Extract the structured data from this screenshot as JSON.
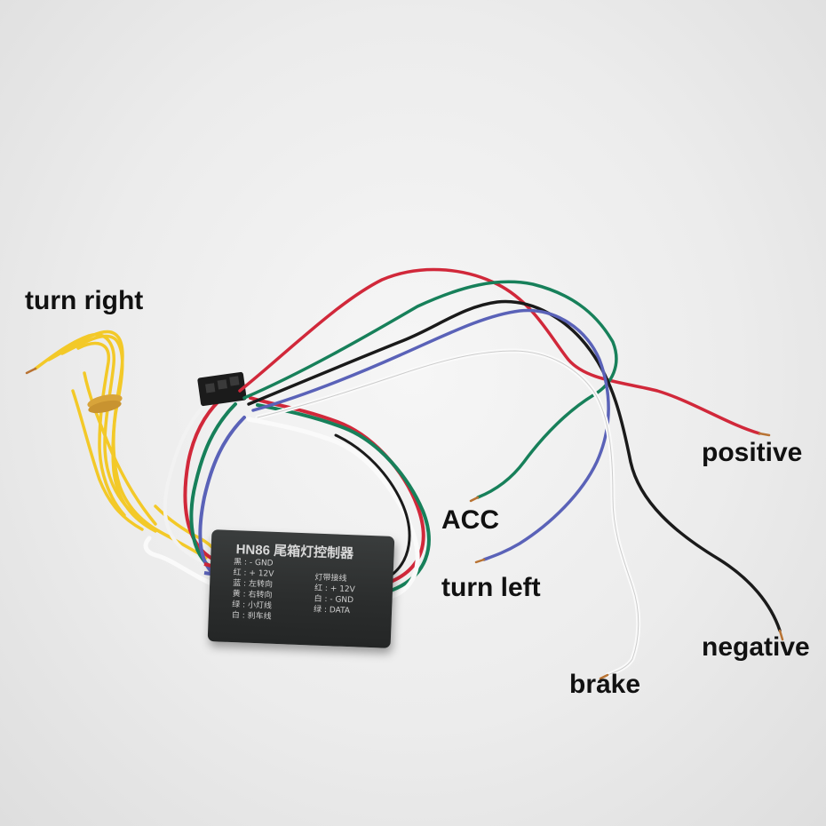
{
  "labels": {
    "turn_right": "turn right",
    "positive": "positive",
    "acc": "ACC",
    "turn_left": "turn left",
    "negative": "negative",
    "brake": "brake"
  },
  "module": {
    "model": "HN86 尾箱灯控制器",
    "left_lines": [
      "黑 : - GND",
      "红 : + 12V",
      "蓝 : 左转向",
      "黄 : 右转向",
      "绿 : 小灯线",
      "白 : 刹车线"
    ],
    "right_title": "灯带接线",
    "right_lines": [
      "红 :  + 12V",
      "白 :  - GND",
      "绿 :  DATA"
    ]
  },
  "colors": {
    "wire_red": "#d1283a",
    "wire_green": "#17805a",
    "wire_black": "#1a1a1a",
    "wire_blue": "#5a62b8",
    "wire_white": "#fafafa",
    "wire_yellow": "#f3c928",
    "module_body": "#2e3030"
  }
}
